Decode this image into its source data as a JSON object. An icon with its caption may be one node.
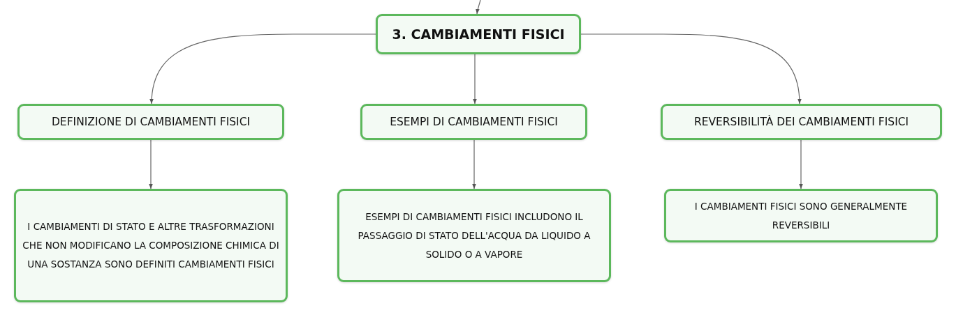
{
  "diagram": {
    "nodes": [
      {
        "text": [
          "3. CAMBIAMENTI FISICI"
        ]
      },
      {
        "text": [
          "DEFINIZIONE DI CAMBIAMENTI FISICI"
        ]
      },
      {
        "text": [
          "ESEMPI DI CAMBIAMENTI FISICI"
        ]
      },
      {
        "text": [
          "REVERSIBILITÀ DEI CAMBIAMENTI FISICI"
        ]
      },
      {
        "text": [
          "I CAMBIAMENTI DI STATO E ALTRE TRASFORMAZIONI CHE NON MODIFICANO LA COMPOSIZIONE CHIMICA DI UNA SOSTANZA SONO DEFINITI CAMBIAMENTI FISICI"
        ]
      },
      {
        "text": [
          "ESEMPI DI CAMBIAMENTI FISICI INCLUDONO IL PASSAGGIO DI STATO DELL'ACQUA DA LIQUIDO A SOLIDO O A VAPORE"
        ]
      },
      {
        "text": [
          "I CAMBIAMENTI FISICI SONO GENERALMENTE REVERSIBILI"
        ]
      }
    ],
    "edges": [
      {
        "from": null,
        "to": 0,
        "arrow": "to"
      },
      {
        "from": 0,
        "to": 1,
        "arrow": "to"
      },
      {
        "from": 0,
        "to": 2,
        "arrow": "to"
      },
      {
        "from": 0,
        "to": 3,
        "arrow": "to"
      },
      {
        "from": 1,
        "to": 4,
        "arrow": "to"
      },
      {
        "from": 2,
        "to": 5,
        "arrow": "to"
      },
      {
        "from": 3,
        "to": 6,
        "arrow": "to"
      }
    ]
  }
}
